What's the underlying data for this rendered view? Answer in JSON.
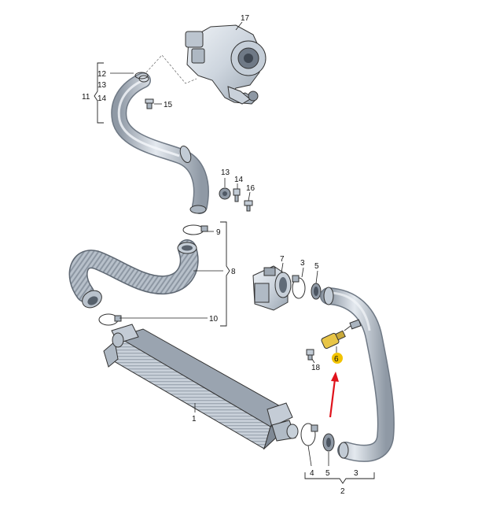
{
  "labels": {
    "p1": "1",
    "p2": "2",
    "p3_top": "3",
    "p3_bottom": "3",
    "p4": "4",
    "p5_top": "5",
    "p5_bottom": "5",
    "p6": "6",
    "p7": "7",
    "p8": "8",
    "p9": "9",
    "p10": "10",
    "p11": "11",
    "p12": "12",
    "p13_left": "13",
    "p13_right": "13",
    "p14_left": "14",
    "p14_right": "14",
    "p15": "15",
    "p16": "16",
    "p17": "17",
    "p18": "18"
  },
  "colors": {
    "part_fill": "#d4dbe3",
    "part_shade": "#aab4bf",
    "part_dark": "#7d8794",
    "highlight_part": "#e8c547",
    "badge": "#f2c300",
    "arrow": "#e0121b"
  }
}
